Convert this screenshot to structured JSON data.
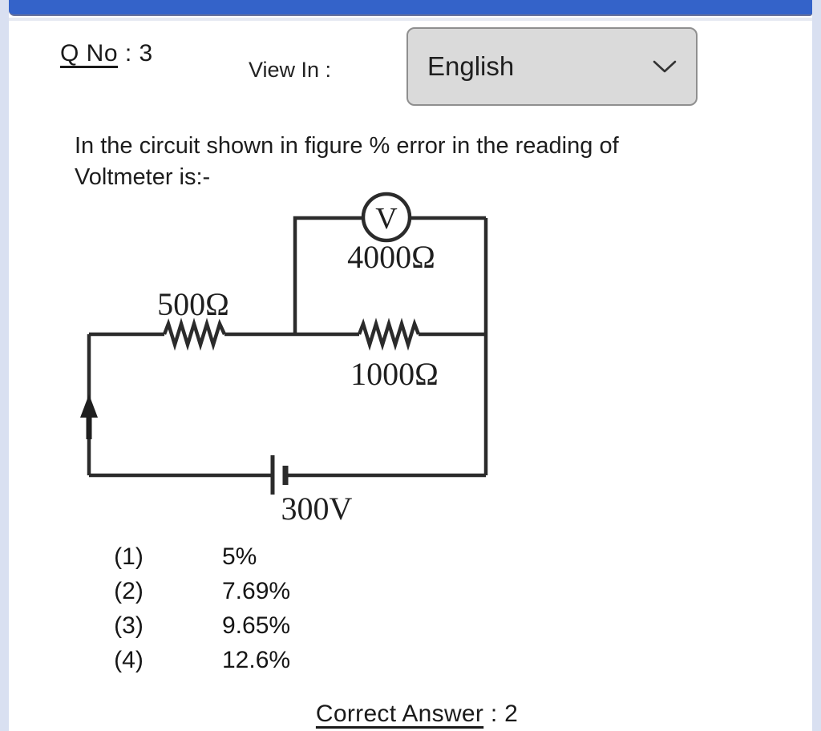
{
  "header": {
    "q_no_label": "Q No",
    "q_no_separator": " : ",
    "q_no_value": "3",
    "view_in_label": "View In :",
    "language_selected": "English"
  },
  "question": {
    "line1": "In the circuit shown in figure % error in the reading of",
    "line2": "Voltmeter is:-"
  },
  "circuit": {
    "voltmeter_symbol": "V",
    "voltmeter_resistance_label": "4000Ω",
    "series_resistance_label": "500Ω",
    "parallel_resistance_label": "1000Ω",
    "battery_voltage_label": "300V"
  },
  "options": [
    {
      "number": "(1)",
      "value": "5%"
    },
    {
      "number": "(2)",
      "value": "7.69%"
    },
    {
      "number": "(3)",
      "value": "9.65%"
    },
    {
      "number": "(4)",
      "value": "12.6%"
    }
  ],
  "footer": {
    "correct_answer_label": "Correct Answer",
    "correct_answer_separator": " : ",
    "correct_answer_value": "2"
  },
  "colors": {
    "top_bar_blue": "#3463c9",
    "page_margin": "#d9e0f1",
    "dropdown_bg": "#dadada",
    "dropdown_border": "#8f8f8f",
    "text": "#1d1d1d",
    "circuit_stroke": "#2b2b2b"
  }
}
